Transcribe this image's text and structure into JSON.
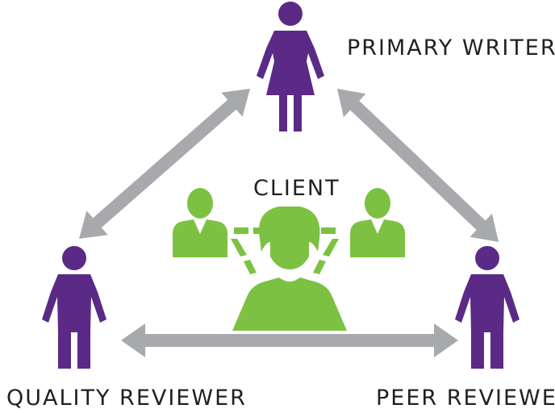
{
  "labels": {
    "primary_writer": "PRIMARY WRITER",
    "client": "CLIENT",
    "quality_reviewer": "QUALITY REVIEWER",
    "peer_reviewer": "PEER REVIEWER"
  },
  "colors": {
    "team": "#5b2a86",
    "client": "#7dc142",
    "arrow": "#a7a9ac",
    "text": "#231f20"
  },
  "icons": [
    "female-person-icon",
    "male-person-icon",
    "client-group-icon",
    "double-arrow-icon"
  ]
}
